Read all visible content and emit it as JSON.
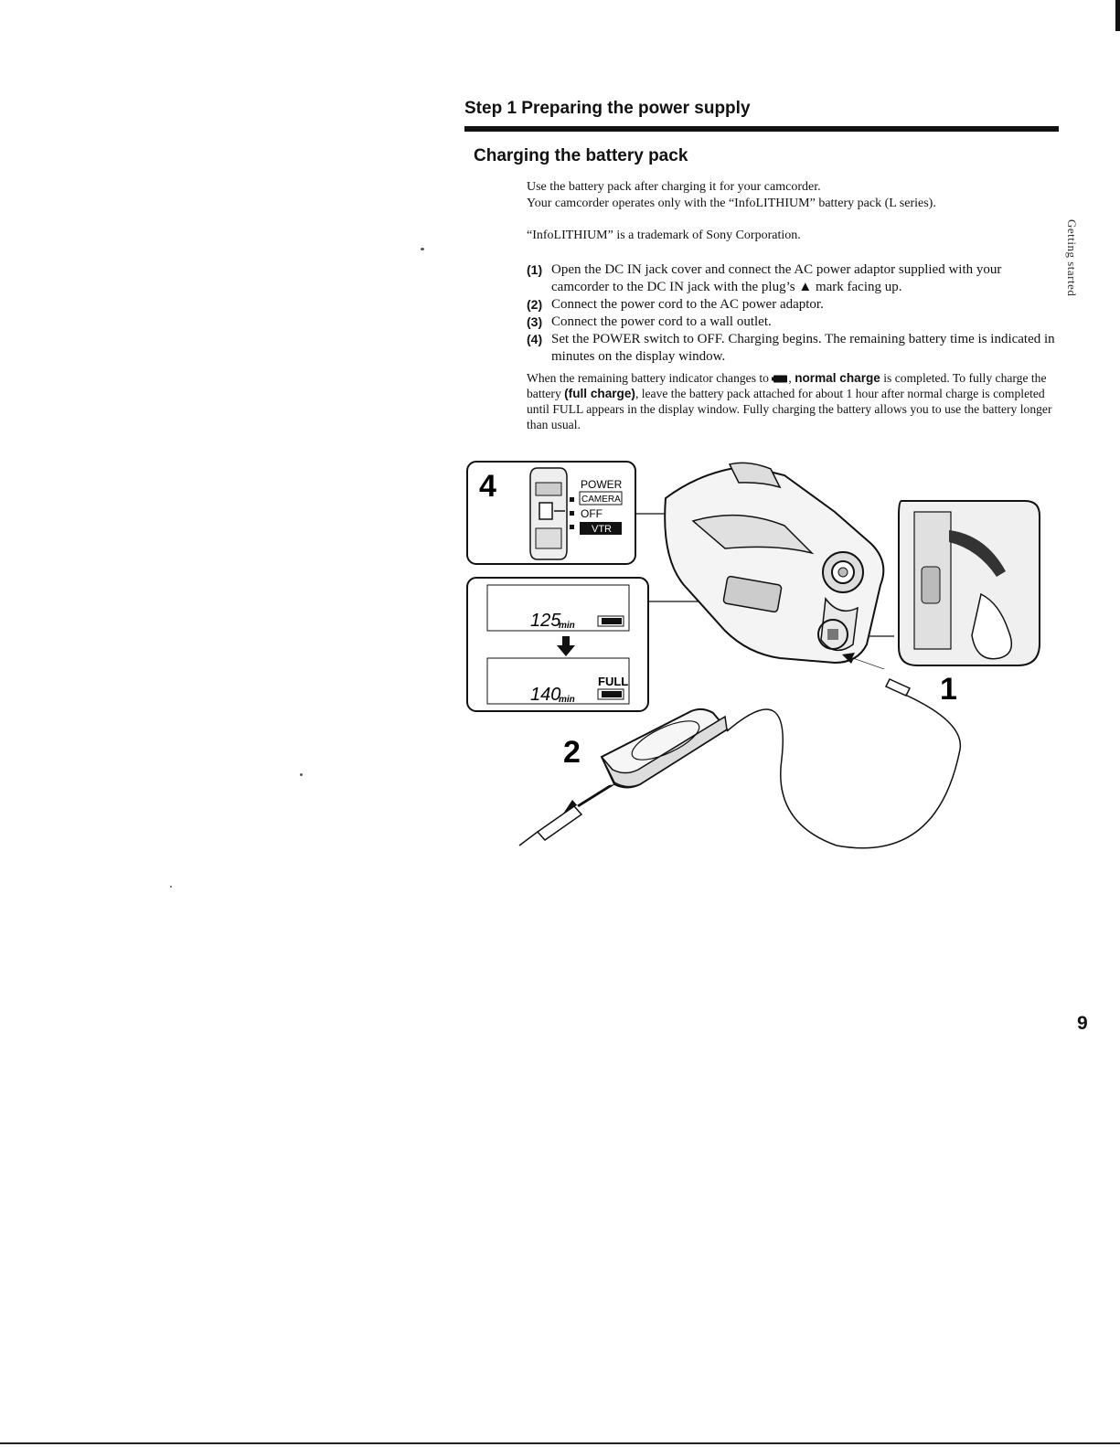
{
  "header": {
    "step_title": "Step 1  Preparing the power supply",
    "section_title": "Charging the battery pack"
  },
  "intro": {
    "line1": "Use the battery pack after charging it for your camcorder.",
    "line2": "Your camcorder operates only with the “InfoLITHIUM” battery pack (L series).",
    "trademark": "“InfoLITHIUM” is a trademark of Sony Corporation."
  },
  "steps": [
    {
      "num": "(1)",
      "text": "Open the DC IN jack cover and connect the AC power adaptor supplied with your camcorder to the DC IN jack with the plug’s ▲ mark facing up."
    },
    {
      "num": "(2)",
      "text": "Connect the power cord to the AC power adaptor."
    },
    {
      "num": "(3)",
      "text": "Connect the power cord to a wall outlet."
    },
    {
      "num": "(4)",
      "text": "Set the POWER switch to OFF. Charging begins. The remaining battery time is indicated in minutes on the display window."
    }
  ],
  "note": {
    "part1": "When the remaining battery indicator changes to ",
    "bold1": "normal charge",
    "part2": " is completed. To fully charge the battery ",
    "bold2": "(full charge)",
    "part3": ", leave the battery pack attached for about 1 hour after normal charge is completed until FULL appears in the display window. Fully charging the battery allows you to use the battery longer than usual."
  },
  "figure": {
    "step4_label": "4",
    "power_label": "POWER",
    "camera_label": "CAMERA",
    "off_label": "OFF",
    "vtr_label": "VTR",
    "display_before": "125",
    "display_after": "140",
    "unit": "min",
    "full_label": "FULL",
    "callout_1": "1",
    "callout_2": "2"
  },
  "side_tab": "Getting started",
  "page_number": "9"
}
